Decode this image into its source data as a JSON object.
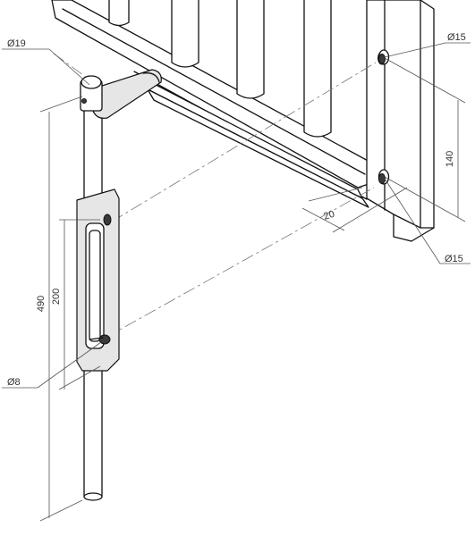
{
  "dimensions": {
    "top_hole_diameter": "Ø15",
    "bottom_hole_diameter": "Ø15",
    "hole_spacing": "140",
    "hole_edge_offset": "20",
    "rod_diameter": "Ø19",
    "overall_length": "490",
    "bracket_length": "200",
    "pin_diameter": "Ø8"
  },
  "colors": {
    "line": "#111111",
    "dimension": "#555555",
    "shade": "#e6e6e6"
  }
}
